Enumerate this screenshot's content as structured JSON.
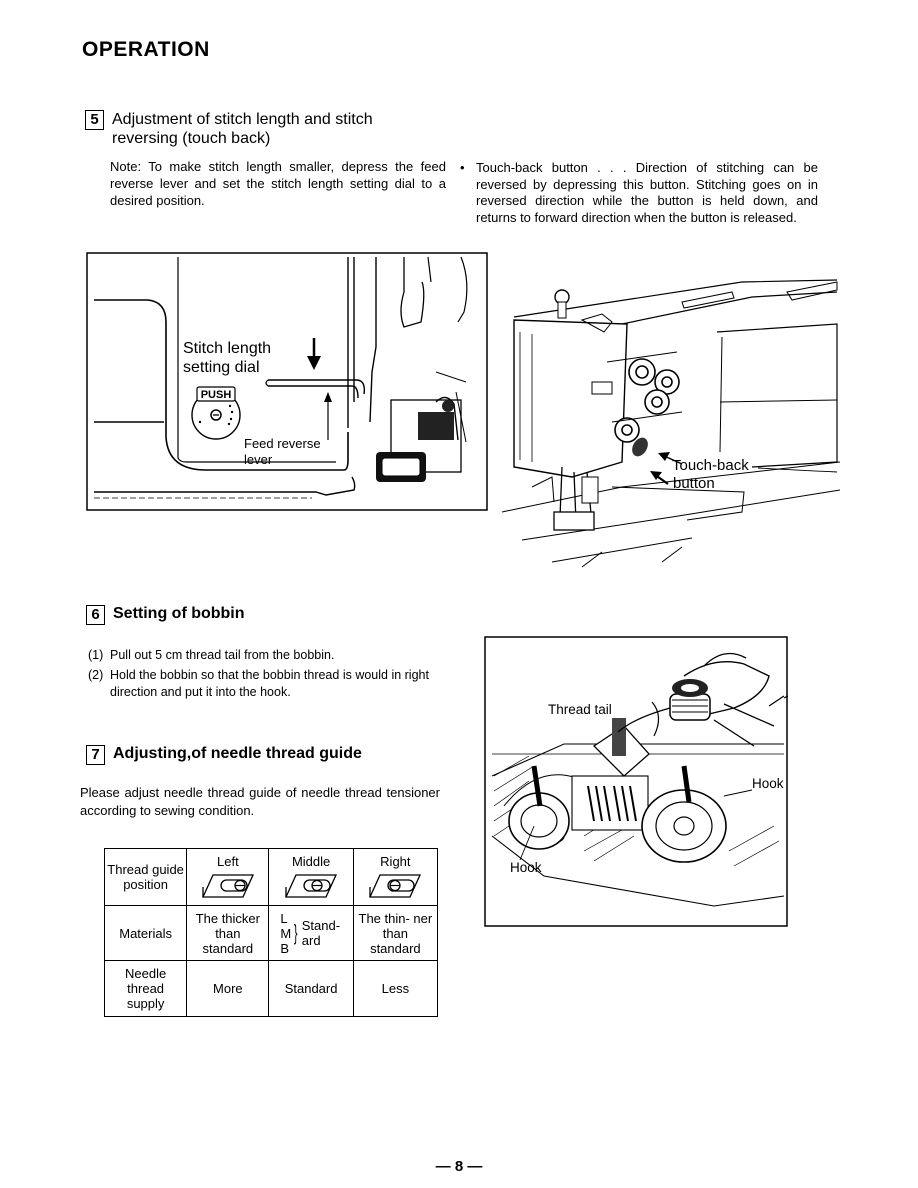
{
  "page_title": "OPERATION",
  "section5": {
    "number": "5",
    "title_line1": "Adjustment of stitch length and stitch",
    "title_line2": "reversing (touch back)",
    "note": "Note:  To make stitch length smaller, depress the feed reverse lever and set the stitch length setting dial to a desired position.",
    "touchback_bullet": "•",
    "touchback_text": "Touch-back button . . . Direction of stitching can be reversed by depressing this button. Stitching goes on in reversed direction while the button is held down, and returns to forward direction when the button is released."
  },
  "figure1": {
    "label_dial_1": "Stitch length",
    "label_dial_2": "setting dial",
    "label_push": "PUSH",
    "label_lever_1": "Feed reverse",
    "label_lever_2": "lever"
  },
  "figure2": {
    "label_1": "Touch-back",
    "label_2": "button"
  },
  "section6": {
    "number": "6",
    "title": "Setting of bobbin",
    "steps": [
      {
        "num": "(1)",
        "text": "Pull out 5 cm thread tail from the bobbin."
      },
      {
        "num": "(2)",
        "text": "Hold the bobbin so that the bobbin thread is would in right direction and put it into the hook."
      }
    ]
  },
  "figure3": {
    "label_thread_tail": "Thread tail",
    "label_hook_right": "Hook",
    "label_hook_left": "Hook"
  },
  "section7": {
    "number": "7",
    "title": "Adjusting,of needle thread guide",
    "paragraph": "Please adjust needle thread guide of needle thread tensioner according to sewing condition."
  },
  "table": {
    "h_position": "Thread guide position",
    "h_left": "Left",
    "h_middle": "Middle",
    "h_right": "Right",
    "r1_label": "Materials",
    "r1_left": "The thicker than standard",
    "r1_mid_letters": "L M B",
    "r1_mid_text": "Stand- ard",
    "r1_right": "The thin- ner than standard",
    "r2_label": "Needle thread supply",
    "r2_left": "More",
    "r2_mid": "Standard",
    "r2_right": "Less"
  },
  "page_number": "— 8 —"
}
